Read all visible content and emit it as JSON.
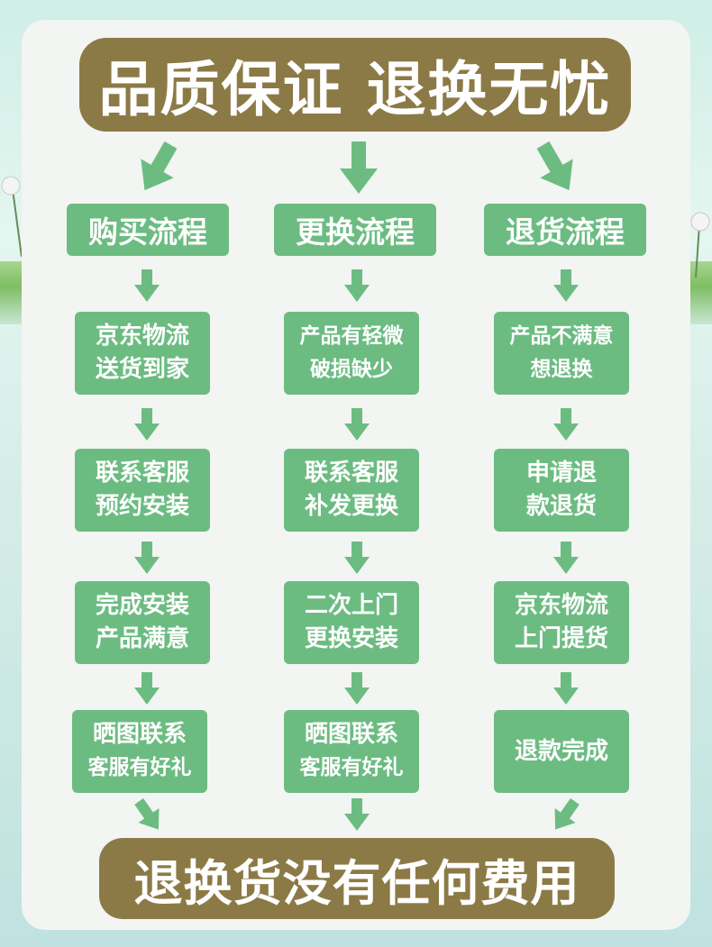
{
  "title": "品质保证 退换无忧",
  "footer": "退换货没有任何费用",
  "colors": {
    "banner": "#8c7a46",
    "box": "#6cbc82",
    "arrow": "#6cbc82",
    "card": "#f2f5f2"
  },
  "columns": [
    {
      "header": "购买流程",
      "steps": [
        {
          "line1": "京东物流",
          "line2": "送货到家"
        },
        {
          "line1": "联系客服",
          "line2": "预约安装"
        },
        {
          "line1": "完成安装",
          "line2": "产品满意"
        },
        {
          "line1": "晒图联系",
          "line2": "客服有好礼"
        }
      ]
    },
    {
      "header": "更换流程",
      "steps": [
        {
          "line1": "产品有轻微",
          "line2": "破损缺少"
        },
        {
          "line1": "联系客服",
          "line2": "补发更换"
        },
        {
          "line1": "二次上门",
          "line2": "更换安装"
        },
        {
          "line1": "晒图联系",
          "line2": "客服有好礼"
        }
      ]
    },
    {
      "header": "退货流程",
      "steps": [
        {
          "line1": "产品不满意",
          "line2": "想退换"
        },
        {
          "line1": "申请退",
          "line2": "款退货"
        },
        {
          "line1": "京东物流",
          "line2": "上门提货"
        },
        {
          "line1": "退款完成",
          "line2": ""
        }
      ]
    }
  ]
}
